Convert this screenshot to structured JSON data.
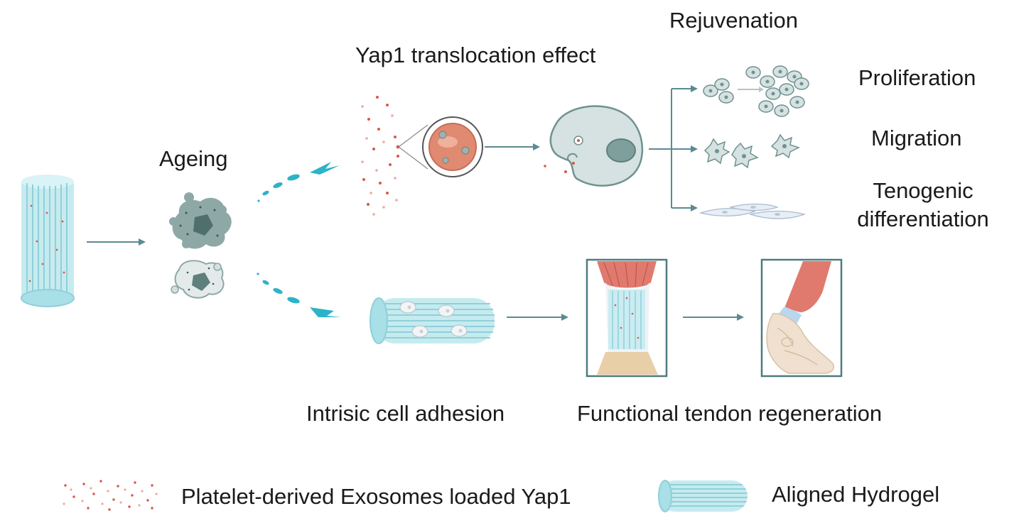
{
  "labels": {
    "ageing": "Ageing",
    "yap1_effect": "Yap1 translocation effect",
    "rejuvenation": "Rejuvenation",
    "proliferation": "Proliferation",
    "migration": "Migration",
    "tenogenic_line1": "Tenogenic",
    "tenogenic_line2": "differentiation",
    "intrinsic_adhesion": "Intrisic cell adhesion",
    "functional_regeneration": "Functional tendon regeneration"
  },
  "legend": {
    "exosomes_label": "Platelet-derived Exosomes loaded Yap1",
    "hydrogel_label": "Aligned Hydrogel",
    "exosome_icon": "exosome-dots-icon",
    "hydrogel_icon": "aligned-hydrogel-icon"
  },
  "colors": {
    "hydrogel": "#bfe7ec",
    "hydrogel_stripe": "#8fd0da",
    "arrow": "#5b8a92",
    "exosome": "#d9574a",
    "exosome_light": "#f0a89a",
    "cell_fill": "#d5e2e1",
    "cell_stroke": "#6f9290",
    "nucleus": "#7f9f9d",
    "ageing_cell": "#8ea8a6",
    "ageing_cell_light": "#cfdad8",
    "swoosh": "#2cb3c8",
    "muscle": "#e07a6e",
    "bone": "#efe0cf"
  }
}
